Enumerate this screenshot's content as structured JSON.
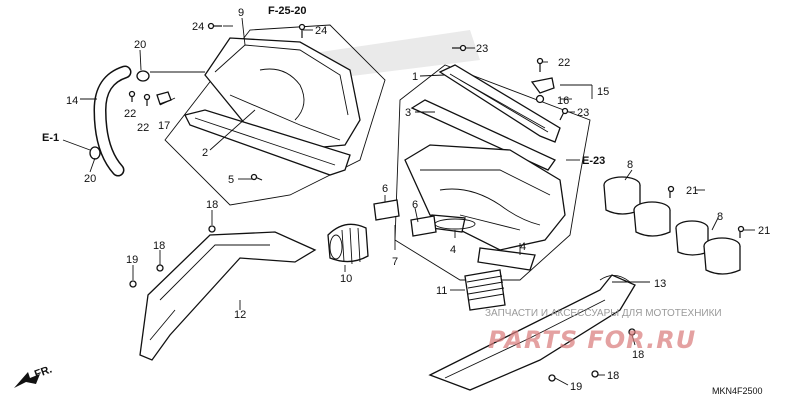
{
  "references": {
    "f_25_20": "F-25-20",
    "e_1": "E-1",
    "e_23": "E-23",
    "front": "FR."
  },
  "callouts": {
    "c1": "1",
    "c2": "2",
    "c3": "3",
    "c4a": "4",
    "c4b": "4",
    "c5": "5",
    "c6a": "6",
    "c6b": "6",
    "c7": "7",
    "c8a": "8",
    "c8b": "8",
    "c9": "9",
    "c10": "10",
    "c11": "11",
    "c12": "12",
    "c13": "13",
    "c14": "14",
    "c15": "15",
    "c16": "16",
    "c17": "17",
    "c18a": "18",
    "c18b": "18",
    "c18c": "18",
    "c18d": "18",
    "c19a": "19",
    "c19b": "19",
    "c20a": "20",
    "c20b": "20",
    "c21a": "21",
    "c21b": "21",
    "c22a": "22",
    "c22b": "22",
    "c22c": "22",
    "c23a": "23",
    "c23b": "23",
    "c24a": "24",
    "c24b": "24"
  },
  "diagram_code": "MKN4F2500",
  "watermark": {
    "text": "ЗАПЧАСТИ И АКСЕССУАРЫ ДЛЯ МОТОТЕХНИКИ",
    "logo": "PARTS FOR.RU"
  }
}
